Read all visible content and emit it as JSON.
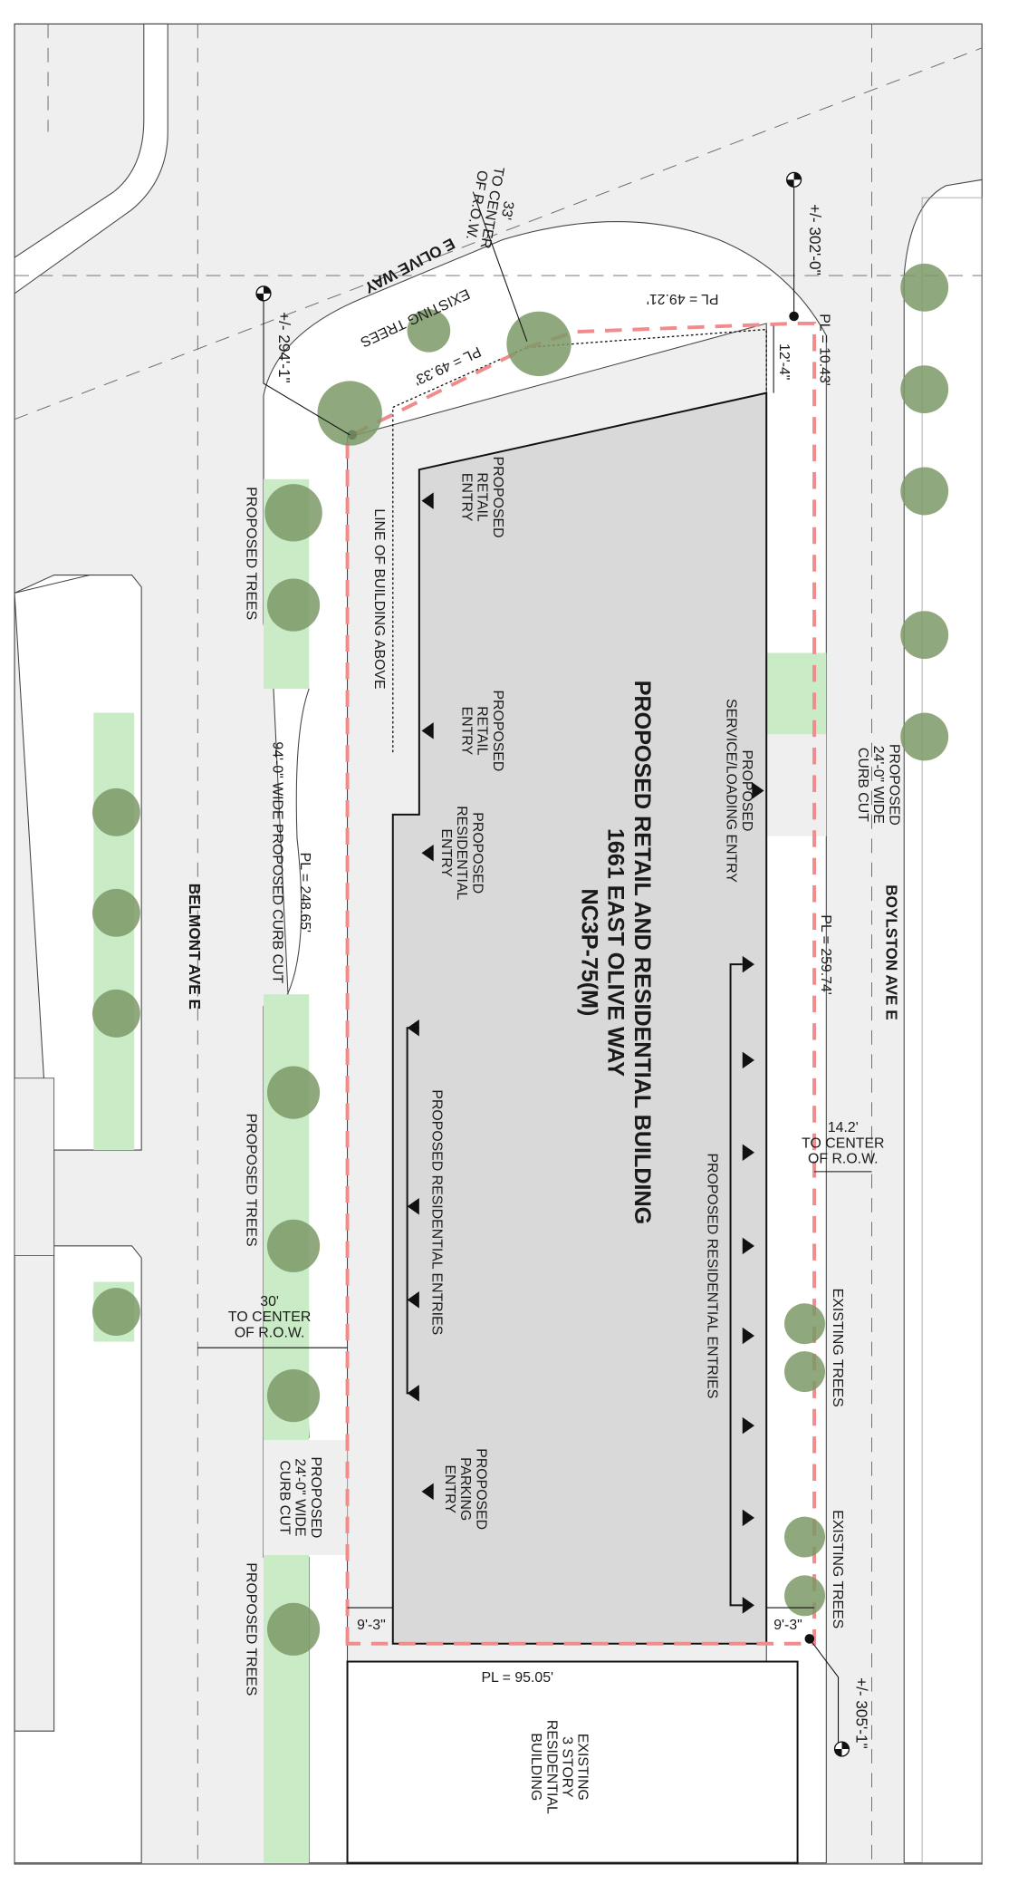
{
  "streets": {
    "north": "E OLIVE WAY",
    "west": "BELMONT AVE E",
    "east": "BOYLSTON AVE E"
  },
  "building": {
    "title_lines": [
      "PROPOSED RETAIL AND RESIDENTIAL BUILDING",
      "1661 EAST OLIVE WAY",
      "NC3P-75(M)"
    ]
  },
  "labels": {
    "olive_row": [
      "33'",
      "TO CENTER",
      "OF R.O.W."
    ],
    "existing_trees_north": "EXISTING TREES",
    "elev_nw": "+/- 294'-1\"",
    "elev_ne": "+/- 302'-0\"",
    "elev_se": "+/- 305'-1\"",
    "pl_north": "PL = 49.21'",
    "pl_diag": "PL = 49.33'",
    "pl_ne": "PL = 10.43'",
    "dim_12_4": "12'-4\"",
    "retail_entry_1": [
      "PROPOSED",
      "RETAIL",
      "ENTRY"
    ],
    "retail_entry_2": [
      "PROPOSED",
      "RETAIL",
      "ENTRY"
    ],
    "line_of_building": "LINE OF BUILDING ABOVE",
    "proposed_trees_1": "PROPOSED TREES",
    "proposed_trees_2": "PROPOSED TREES",
    "proposed_trees_3": "PROPOSED TREES",
    "service_entry": [
      "PROPOSED",
      "SERVICE/LOADING ENTRY"
    ],
    "curb_cut_east": [
      "PROPOSED",
      "24'-0\" WIDE",
      "CURB CUT"
    ],
    "pl_east": "PL = 259.74'",
    "curb_cut_west_wide": "94'-0\" WIDE PROPOSED CURB CUT",
    "pl_west": "PL = 248.65'",
    "residential_entry": [
      "PROPOSED",
      "RESIDENTIAL",
      "ENTRY"
    ],
    "res_entries_west": "PROPOSED RESIDENTIAL ENTRIES",
    "res_entries_east": "PROPOSED RESIDENTIAL ENTRIES",
    "boylston_row": [
      "14.2'",
      "TO CENTER",
      "OF R.O.W."
    ],
    "existing_trees_east_1": "EXISTING TREES",
    "existing_trees_east_2": "EXISTING TREES",
    "belmont_row": [
      "30'",
      "TO CENTER",
      "OF R.O.W."
    ],
    "curb_cut_west": [
      "PROPOSED",
      "24'-0\" WIDE",
      "CURB CUT"
    ],
    "parking_entry": [
      "PROPOSED",
      "PARKING",
      "ENTRY"
    ],
    "setback_west": "9'-3\"",
    "setback_east": "9'-3\"",
    "pl_south": "PL = 95.05'",
    "existing_building": [
      "EXISTING",
      "3 STORY",
      "RESIDENTIAL",
      "BUILDING"
    ]
  },
  "colors": {
    "road": "#efefef",
    "sidewalk": "#ffffff",
    "building": "#d9d9d9",
    "planting": "#c9ecc6",
    "tree": "#7d9967",
    "property_line": "#f08c8c"
  }
}
